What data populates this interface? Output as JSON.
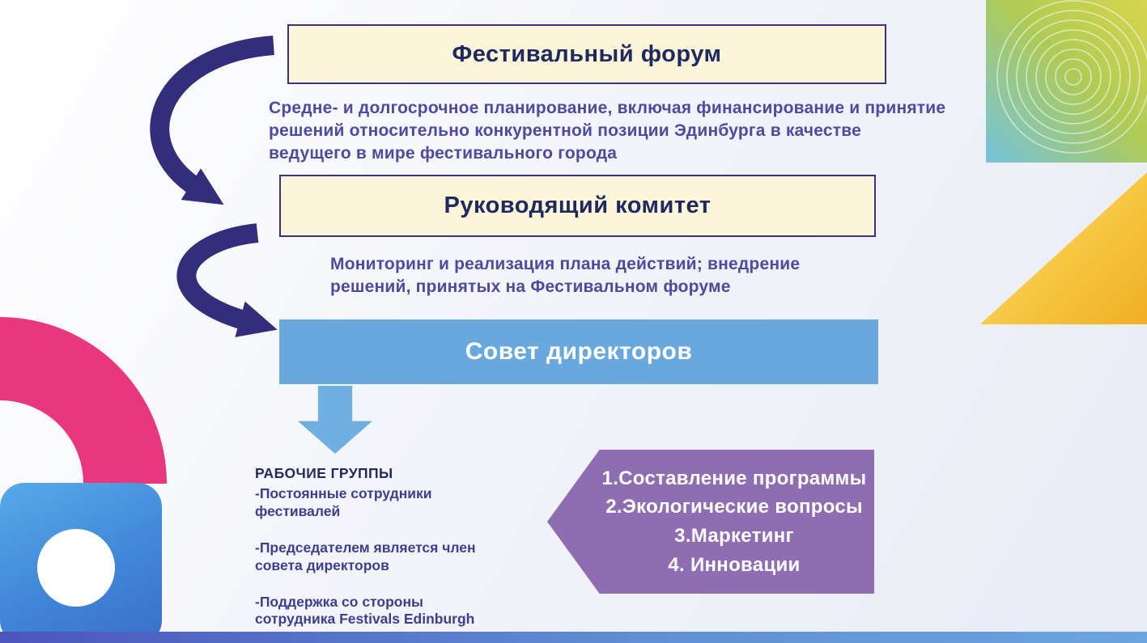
{
  "boxes": {
    "festival_forum": {
      "title": "Фестивальный форум",
      "description": "Средне- и долгосрочное планирование, включая финансирование и принятие решений относительно конкурентной позиции Эдинбурга в качестве ведущего в мире фестивального города"
    },
    "steering_committee": {
      "title": "Руководящий комитет",
      "description": "Мониторинг и реализация плана действий; внедрение решений, принятых на Фестивальном форуме"
    },
    "board_of_directors": {
      "title": "Совет директоров"
    }
  },
  "working_groups": {
    "heading": "РАБОЧИЕ ГРУППЫ",
    "items": [
      "-Постоянные сотрудники фестивалей",
      "-Председателем является член совета директоров",
      "-Поддержка со стороны сотрудника Festivals Edinburgh"
    ]
  },
  "task_list": {
    "items": [
      "1.Составление программы",
      "2.Экологические вопросы",
      "3.Маркетинг",
      "4. Инновации"
    ]
  },
  "colors": {
    "box_fill_cream": "#fdf5d9",
    "box_border_navy": "#3a327f",
    "title_navy": "#1e2a5e",
    "description_purple": "#4d4aa0",
    "board_blue": "#68a8dc",
    "down_arrow_blue": "#6fb0e0",
    "task_purple": "#8e6db2",
    "curved_arrow_navy": "#332d7b",
    "ring_pink": "#e8377e",
    "corner_square_blue": "#4187d8",
    "triangle_yellow": "#f5c43c",
    "circles_square_green": "#c6d051",
    "bottom_bar_blue": "#5f8ed4"
  }
}
